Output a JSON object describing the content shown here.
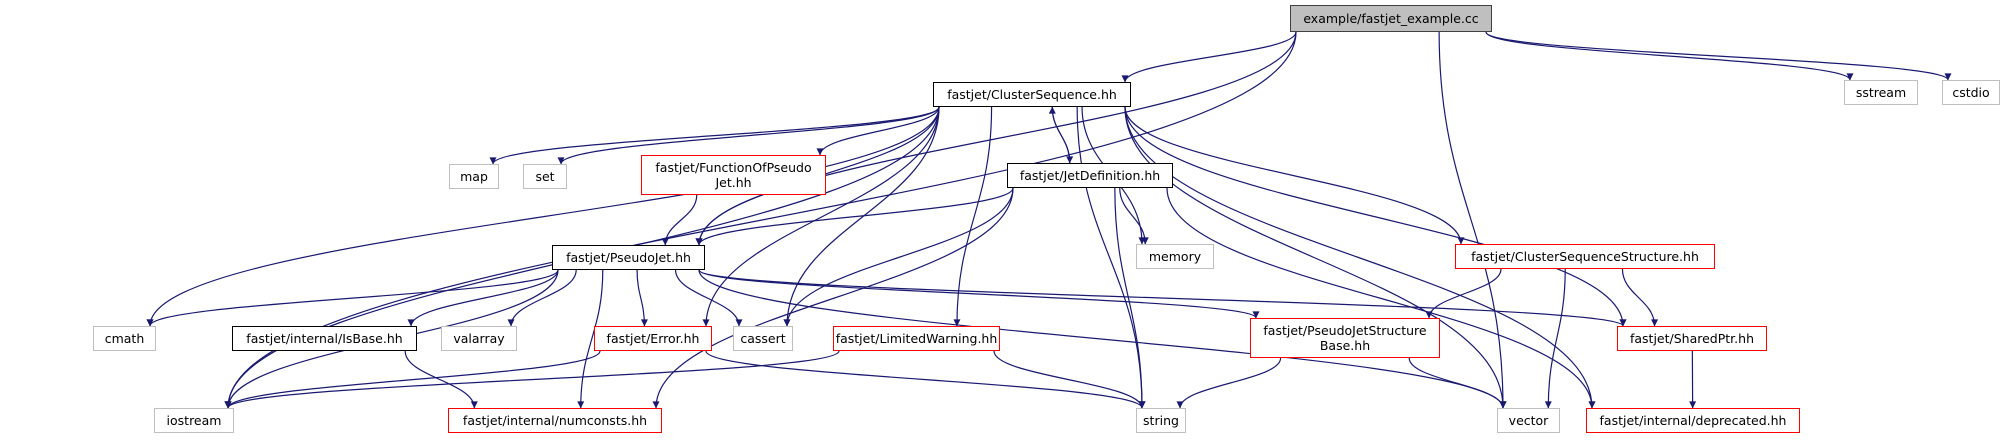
{
  "graph": {
    "title": "example/fastjet_example.cc",
    "edge_color": "#191970",
    "legend_colors": {
      "root_fill": "#bfbfbf",
      "root_border": "#404040",
      "documented_border": "#000000",
      "undocumented_border": "#ff0000",
      "external_border": "#bfbfbf"
    },
    "nodes": [
      {
        "id": "root",
        "label": "example/fastjet_example.cc",
        "kind": "root"
      },
      {
        "id": "clusterseq",
        "label": "fastjet/ClusterSequence.hh",
        "kind": "doc"
      },
      {
        "id": "map",
        "label": "map",
        "kind": "ext"
      },
      {
        "id": "set",
        "label": "set",
        "kind": "ext"
      },
      {
        "id": "funcofpj",
        "label": "fastjet/FunctionOfPseudo\nJet.hh",
        "kind": "undoc"
      },
      {
        "id": "jetdef",
        "label": "fastjet/JetDefinition.hh",
        "kind": "doc"
      },
      {
        "id": "memory",
        "label": "memory",
        "kind": "ext"
      },
      {
        "id": "csstruct",
        "label": "fastjet/ClusterSequenceStructure.hh",
        "kind": "undoc"
      },
      {
        "id": "pseudojet",
        "label": "fastjet/PseudoJet.hh",
        "kind": "doc"
      },
      {
        "id": "cmath",
        "label": "cmath",
        "kind": "ext"
      },
      {
        "id": "isbase",
        "label": "fastjet/internal/IsBase.hh",
        "kind": "doc"
      },
      {
        "id": "valarray",
        "label": "valarray",
        "kind": "ext"
      },
      {
        "id": "error",
        "label": "fastjet/Error.hh",
        "kind": "undoc"
      },
      {
        "id": "cassert",
        "label": "cassert",
        "kind": "ext"
      },
      {
        "id": "limwarn",
        "label": "fastjet/LimitedWarning.hh",
        "kind": "undoc"
      },
      {
        "id": "pjsb",
        "label": "fastjet/PseudoJetStructure\nBase.hh",
        "kind": "undoc"
      },
      {
        "id": "sharedptr",
        "label": "fastjet/SharedPtr.hh",
        "kind": "undoc"
      },
      {
        "id": "iostream",
        "label": "iostream",
        "kind": "ext"
      },
      {
        "id": "numconsts",
        "label": "fastjet/internal/numconsts.hh",
        "kind": "undoc"
      },
      {
        "id": "string",
        "label": "string",
        "kind": "ext"
      },
      {
        "id": "vector",
        "label": "vector",
        "kind": "ext"
      },
      {
        "id": "deprecated",
        "label": "fastjet/internal/deprecated.hh",
        "kind": "undoc"
      },
      {
        "id": "sstream",
        "label": "sstream",
        "kind": "ext"
      },
      {
        "id": "cstdio",
        "label": "cstdio",
        "kind": "ext"
      }
    ],
    "edges": [
      [
        "root",
        "clusterseq"
      ],
      [
        "root",
        "pseudojet"
      ],
      [
        "root",
        "iostream"
      ],
      [
        "root",
        "vector"
      ],
      [
        "root",
        "sstream"
      ],
      [
        "root",
        "cstdio"
      ],
      [
        "clusterseq",
        "map"
      ],
      [
        "clusterseq",
        "set"
      ],
      [
        "clusterseq",
        "funcofpj"
      ],
      [
        "clusterseq",
        "jetdef"
      ],
      [
        "clusterseq",
        "pseudojet"
      ],
      [
        "clusterseq",
        "memory"
      ],
      [
        "clusterseq",
        "csstruct"
      ],
      [
        "clusterseq",
        "cmath"
      ],
      [
        "clusterseq",
        "iostream"
      ],
      [
        "clusterseq",
        "error"
      ],
      [
        "clusterseq",
        "cassert"
      ],
      [
        "clusterseq",
        "limwarn"
      ],
      [
        "clusterseq",
        "string"
      ],
      [
        "clusterseq",
        "vector"
      ],
      [
        "clusterseq",
        "sharedptr"
      ],
      [
        "clusterseq",
        "deprecated"
      ],
      [
        "funcofpj",
        "pseudojet"
      ],
      [
        "jetdef",
        "clusterseq"
      ],
      [
        "jetdef",
        "pseudojet"
      ],
      [
        "jetdef",
        "memory"
      ],
      [
        "jetdef",
        "cassert"
      ],
      [
        "jetdef",
        "string"
      ],
      [
        "jetdef",
        "numconsts"
      ],
      [
        "jetdef",
        "deprecated"
      ],
      [
        "pseudojet",
        "cmath"
      ],
      [
        "pseudojet",
        "iostream"
      ],
      [
        "pseudojet",
        "isbase"
      ],
      [
        "pseudojet",
        "valarray"
      ],
      [
        "pseudojet",
        "error"
      ],
      [
        "pseudojet",
        "cassert"
      ],
      [
        "pseudojet",
        "numconsts"
      ],
      [
        "pseudojet",
        "pjsb"
      ],
      [
        "pseudojet",
        "sharedptr"
      ],
      [
        "pseudojet",
        "vector"
      ],
      [
        "csstruct",
        "pjsb"
      ],
      [
        "csstruct",
        "sharedptr"
      ],
      [
        "csstruct",
        "vector"
      ],
      [
        "isbase",
        "numconsts"
      ],
      [
        "error",
        "iostream"
      ],
      [
        "error",
        "string"
      ],
      [
        "limwarn",
        "iostream"
      ],
      [
        "limwarn",
        "string"
      ],
      [
        "pjsb",
        "string"
      ],
      [
        "pjsb",
        "vector"
      ],
      [
        "sharedptr",
        "deprecated"
      ]
    ]
  }
}
